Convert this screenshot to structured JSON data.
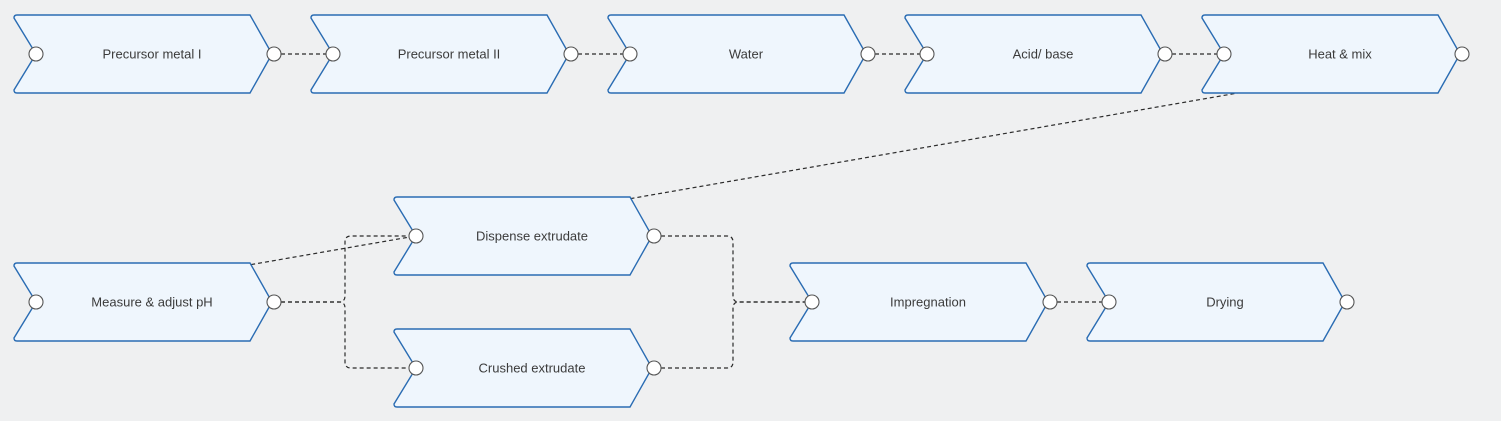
{
  "nodes": [
    {
      "id": "precursor-metal-1",
      "label": "Precursor metal I"
    },
    {
      "id": "precursor-metal-2",
      "label": "Precursor metal II"
    },
    {
      "id": "water",
      "label": "Water"
    },
    {
      "id": "acid-base",
      "label": "Acid/ base"
    },
    {
      "id": "heat-mix",
      "label": "Heat & mix"
    },
    {
      "id": "measure-adjust-ph",
      "label": "Measure & adjust pH"
    },
    {
      "id": "dispense-extrudate",
      "label": "Dispense extrudate"
    },
    {
      "id": "crushed-extrudate",
      "label": "Crushed extrudate"
    },
    {
      "id": "impregnation",
      "label": "Impregnation"
    },
    {
      "id": "drying",
      "label": "Drying"
    }
  ],
  "edges": [
    {
      "from": "precursor-metal-1",
      "to": "precursor-metal-2"
    },
    {
      "from": "precursor-metal-2",
      "to": "water"
    },
    {
      "from": "water",
      "to": "acid-base"
    },
    {
      "from": "acid-base",
      "to": "heat-mix"
    },
    {
      "from": "heat-mix",
      "to": "measure-adjust-ph"
    },
    {
      "from": "measure-adjust-ph",
      "to": "dispense-extrudate"
    },
    {
      "from": "measure-adjust-ph",
      "to": "crushed-extrudate"
    },
    {
      "from": "dispense-extrudate",
      "to": "impregnation"
    },
    {
      "from": "crushed-extrudate",
      "to": "impregnation"
    },
    {
      "from": "impregnation",
      "to": "drying"
    }
  ],
  "colors": {
    "background": "#eff0f1",
    "node_fill": "#eff6fd",
    "node_stroke": "#2a6cb3",
    "edge": "#2b2b2b",
    "port_fill": "#ffffff",
    "label": "#3b3b3b"
  }
}
